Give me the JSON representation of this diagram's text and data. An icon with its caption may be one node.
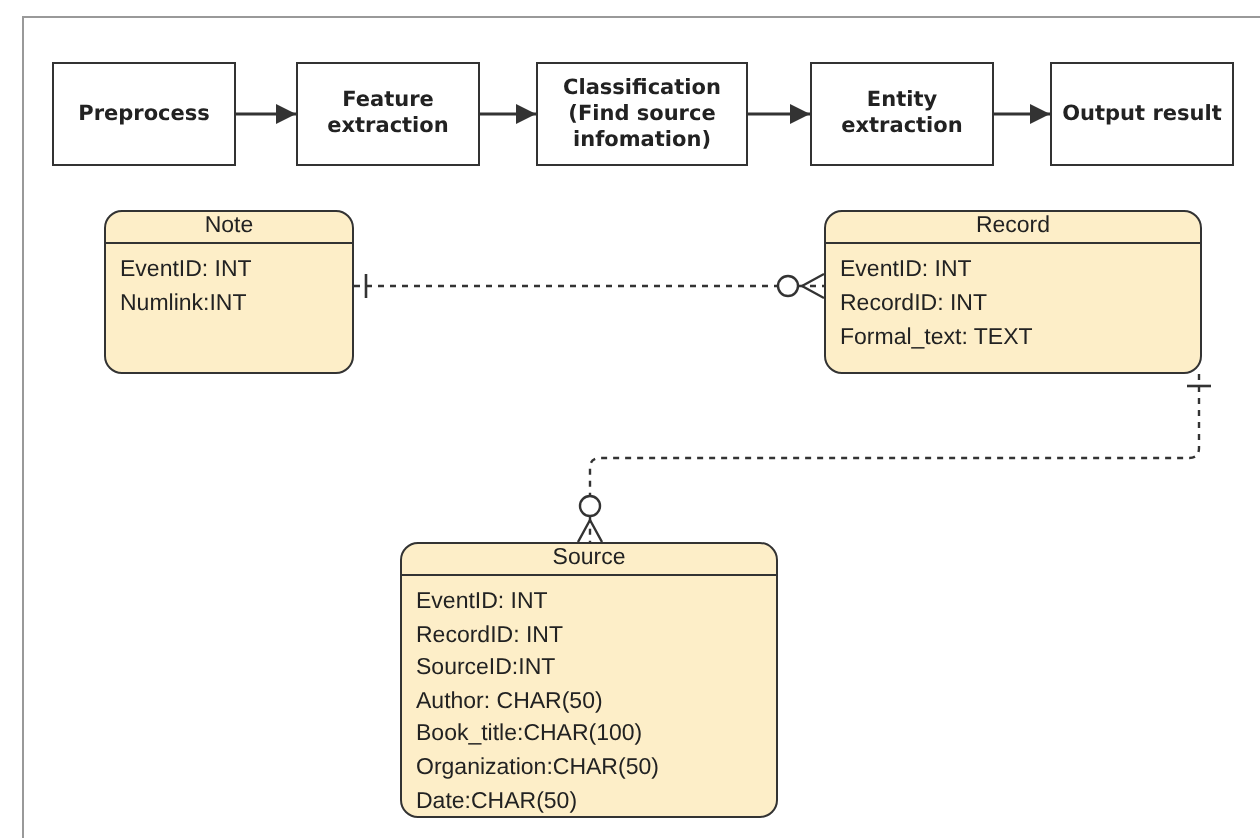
{
  "diagram": {
    "nodes": [
      {
        "text": [
          "Preprocess"
        ]
      },
      {
        "text": [
          "Feature extraction"
        ]
      },
      {
        "text": [
          "Classification (Find source infomation)"
        ]
      },
      {
        "text": [
          "Entity extraction"
        ]
      },
      {
        "text": [
          "Output result"
        ]
      },
      {
        "text": [
          "Note",
          "EventID: INT",
          "Numlink:INT"
        ]
      },
      {
        "text": [
          "Record",
          "EventID: INT",
          "RecordID: INT",
          "Formal_text: TEXT"
        ]
      },
      {
        "text": [
          "Source",
          "EventID: INT",
          "RecordID: INT",
          "SourceID:INT",
          "Author: CHAR(50)",
          "Book_title:CHAR(100)",
          "Organization:CHAR(50)",
          "Date:CHAR(50)"
        ]
      }
    ],
    "edges": [
      {
        "from": 0,
        "to": 1,
        "arrow": "to"
      },
      {
        "from": 1,
        "to": 2,
        "arrow": "to"
      },
      {
        "from": 2,
        "to": 3,
        "arrow": "to"
      },
      {
        "from": 3,
        "to": 4,
        "arrow": "to"
      },
      {
        "from": 5,
        "to": 6,
        "arrow": "other",
        "style": "dashed"
      },
      {
        "from": 6,
        "to": 7,
        "arrow": "other",
        "style": "dashed"
      }
    ]
  }
}
